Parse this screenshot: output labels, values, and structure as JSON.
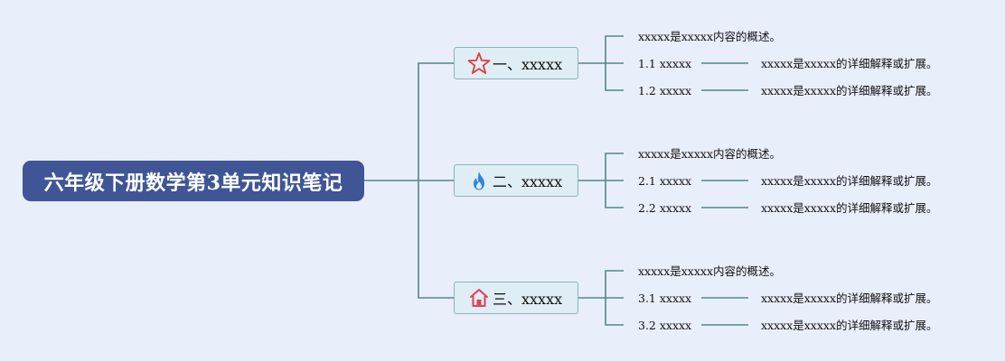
{
  "root": {
    "title": "六年级下册数学第3单元知识笔记"
  },
  "colors": {
    "line": "#4f8a86",
    "root_bg": "#3f5595",
    "branch_bg": "#dfedf4",
    "branch_border": "#8fb3b7",
    "background": "#e9eefb"
  },
  "branches": [
    {
      "icon": "star-icon",
      "label": "一、xxxxx",
      "overview": "xxxxx是xxxxx内容的概述。",
      "items": [
        {
          "label": "1.1 xxxxx",
          "detail": "xxxxx是xxxxx的详细解释或扩展。"
        },
        {
          "label": "1.2 xxxxx",
          "detail": "xxxxx是xxxxx的详细解释或扩展。"
        }
      ]
    },
    {
      "icon": "flame-icon",
      "label": "二、xxxxx",
      "overview": "xxxxx是xxxxx内容的概述。",
      "items": [
        {
          "label": "2.1 xxxxx",
          "detail": "xxxxx是xxxxx的详细解释或扩展。"
        },
        {
          "label": "2.2 xxxxx",
          "detail": "xxxxx是xxxxx的详细解释或扩展。"
        }
      ]
    },
    {
      "icon": "home-icon",
      "label": "三、xxxxx",
      "overview": "xxxxx是xxxxx内容的概述。",
      "items": [
        {
          "label": "3.1 xxxxx",
          "detail": "xxxxx是xxxxx的详细解释或扩展。"
        },
        {
          "label": "3.2 xxxxx",
          "detail": "xxxxx是xxxxx的详细解释或扩展。"
        }
      ]
    }
  ]
}
